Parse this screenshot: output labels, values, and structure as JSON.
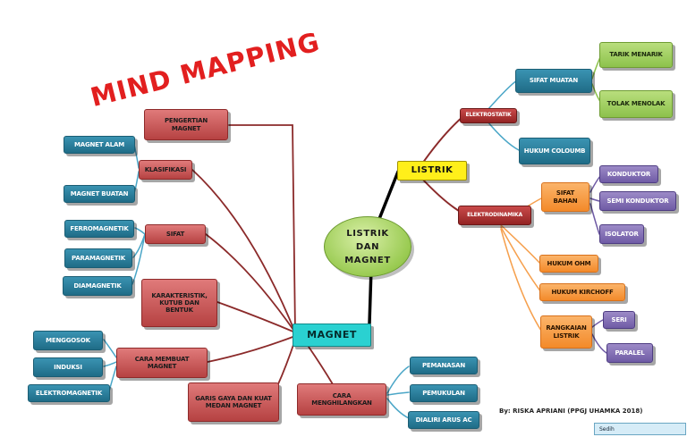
{
  "title": "MIND MAPPING",
  "center": {
    "line1": "LISTRIK",
    "line2": "DAN",
    "line3": "MAGNET"
  },
  "listrik": {
    "label": "LISTRIK",
    "elektrostatik": {
      "label": "ELEKTROSTATIK",
      "sifat_muatan": "SIFAT MUATAN",
      "tarik_menarik": "TARIK MENARIK",
      "tolak_menolak": "TOLAK MENOLAK",
      "hukum_coloumb": "HUKUM COLOUMB"
    },
    "elektrodinamika": {
      "label": "ELEKTRODINAMIKA",
      "sifat_bahan": {
        "line1": "SIFAT",
        "line2": "BAHAN"
      },
      "konduktor": "KONDUKTOR",
      "semi_konduktor": "SEMI KONDUKTOR",
      "isolator": "ISOLATOR",
      "hukum_ohm": "HUKUM OHM",
      "hukum_kirchoff": "HUKUM KIRCHOFF",
      "rangkaian": {
        "line1": "RANGKAIAN",
        "line2": "LISTRIK"
      },
      "seri": "SERI",
      "paralel": "PARALEL"
    }
  },
  "magnet": {
    "label": "MAGNET",
    "pengertian": {
      "line1": "PENGERTIAN",
      "line2": "MAGNET"
    },
    "klasifikasi": "KLASIFIKASI",
    "magnet_alam": "MAGNET ALAM",
    "magnet_buatan": "MAGNET BUATAN",
    "sifat": "SIFAT",
    "ferromagnetik": "FERROMAGNETIK",
    "paramagnetik": "PARAMAGNETIK",
    "diamagnetik": "DIAMAGNETIK",
    "karakteristik": {
      "line1": "KARAKTERISTIK,",
      "line2": "KUTUB DAN",
      "line3": "BENTUK"
    },
    "cara_membuat": {
      "line1": "CARA MEMBUAT",
      "line2": "MAGNET"
    },
    "menggosok": "MENGGOSOK",
    "induksi": "INDUKSI",
    "elektromagnetik": "ELEKTROMAGNETIK",
    "garis_gaya": {
      "line1": "GARIS GAYA DAN KUAT",
      "line2": "MEDAN MAGNET"
    },
    "cara_menghilangkan": {
      "line1": "CARA",
      "line2": "MENGHILANGKAN"
    },
    "pemanasan": "PEMANASAN",
    "pemukulan": "PEMUKULAN",
    "dialiri": "DIALIRI ARUS AC"
  },
  "credit": "By: RISKA APRIANI (PPGJ UHAMKA 2018)",
  "status": "Sedih"
}
